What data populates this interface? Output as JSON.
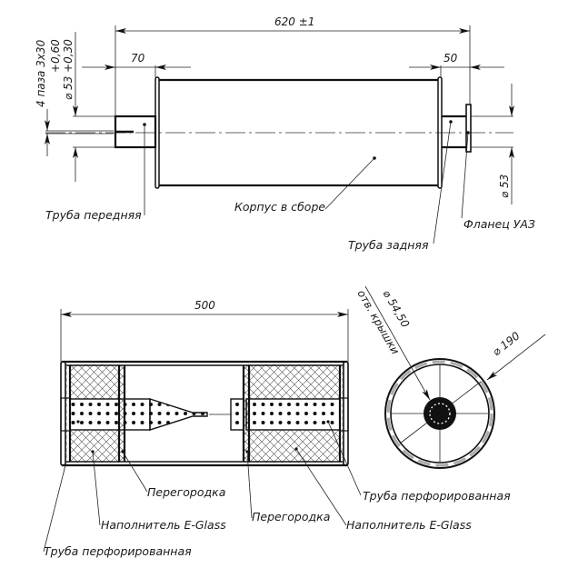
{
  "drawing": {
    "side_view": {
      "overall_length": "620 ±1",
      "front_pipe_length": "70",
      "rear_pipe_length": "50",
      "slots": "4 паза 3x30",
      "inlet_tolerance_upper": "+0,60",
      "inlet_diameter": "⌀ 53 +0,30",
      "outlet_diameter": "⌀ 53",
      "labels": {
        "front_pipe": "Труба передняя",
        "body": "Корпус в сборе",
        "rear_pipe": "Труба задняя",
        "flange": "Фланец УАЗ"
      }
    },
    "section_view": {
      "length": "500",
      "labels": {
        "baffle_1": "Перегородка",
        "filler_1": "Наполнитель E-Glass",
        "perf_pipe_1": "Труба перфорированная",
        "baffle_2": "Перегородка",
        "filler_2": "Наполнитель E-Glass",
        "perf_pipe_2": "Труба перфорированная"
      }
    },
    "end_view": {
      "outer_diameter": "⌀ 190",
      "hole_diameter": "⌀ 54,50",
      "hole_note": "отв. крышки"
    }
  }
}
